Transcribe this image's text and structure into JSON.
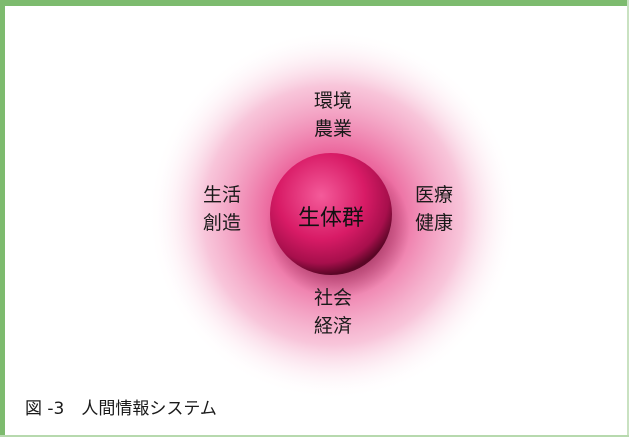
{
  "diagram": {
    "center": "生体群",
    "top": [
      "環境",
      "農業"
    ],
    "right": [
      "医療",
      "健康"
    ],
    "bottom": [
      "社会",
      "経済"
    ],
    "left": [
      "生活",
      "創造"
    ]
  },
  "caption": "図 -3　人間情報システム",
  "colors": {
    "frame": "#7dbb6e",
    "halo": "#e8307f",
    "center": "#d11c63"
  }
}
